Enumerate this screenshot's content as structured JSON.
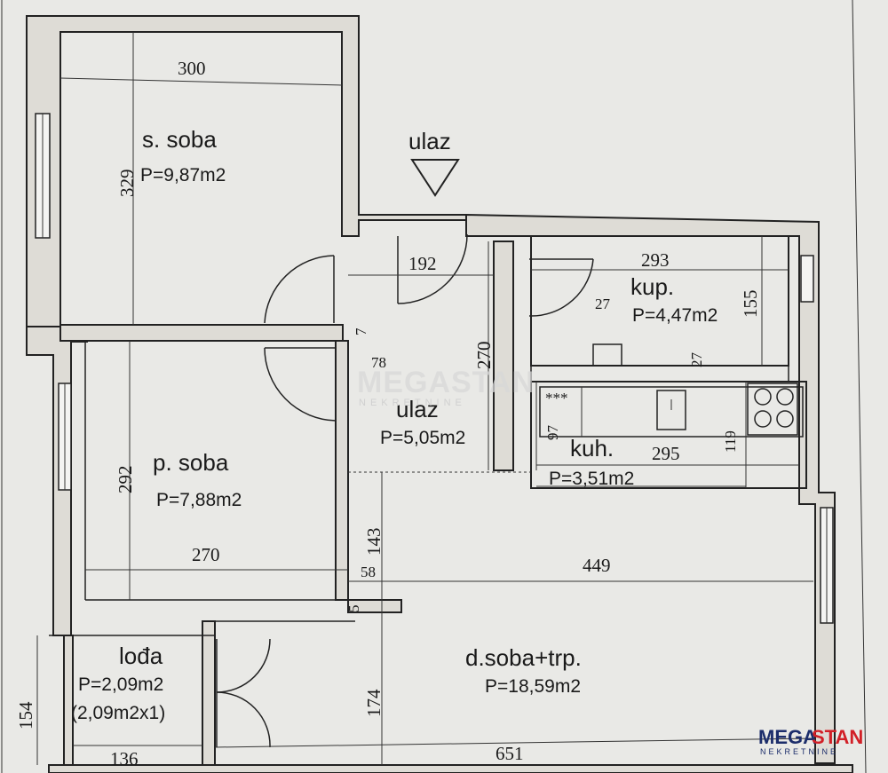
{
  "rooms": {
    "s_soba": {
      "name": "s. soba",
      "area": "P=9,87m2"
    },
    "p_soba": {
      "name": "p. soba",
      "area": "P=7,88m2"
    },
    "ulaz": {
      "name": "ulaz",
      "area": "P=5,05m2"
    },
    "kup": {
      "name": "kup.",
      "area": "P=4,47m2"
    },
    "kuh": {
      "name": "kuh.",
      "area": "P=3,51m2"
    },
    "loda": {
      "name": "lođa",
      "area": "P=2,09m2",
      "note": "(2,09m2x1)"
    },
    "d_soba": {
      "name": "d.soba+trp.",
      "area": "P=18,59m2"
    }
  },
  "entrance_label": "ulaz",
  "dimensions": {
    "d300": "300",
    "d329": "329",
    "d192": "192",
    "d293": "293",
    "d155": "155",
    "d27a": "27",
    "d27b": "27",
    "d7": "7",
    "d78": "78",
    "d270a": "270",
    "d97": "97",
    "d119": "119",
    "d295": "295",
    "d292": "292",
    "d270b": "270",
    "d143": "143",
    "d58": "58",
    "d449": "449",
    "d5": "5",
    "d154": "154",
    "d136": "136",
    "d174": "174",
    "d651": "651"
  },
  "stove_symbol": "***",
  "watermark": {
    "brand": "MEGASTAN",
    "sub": "NEKRETNINE"
  },
  "logo": {
    "part1": "MEGA",
    "part2": "STAN",
    "sub": "NEKRETNINE"
  },
  "colors": {
    "logo_blue": "#1c2d6b",
    "logo_red": "#d22027"
  }
}
